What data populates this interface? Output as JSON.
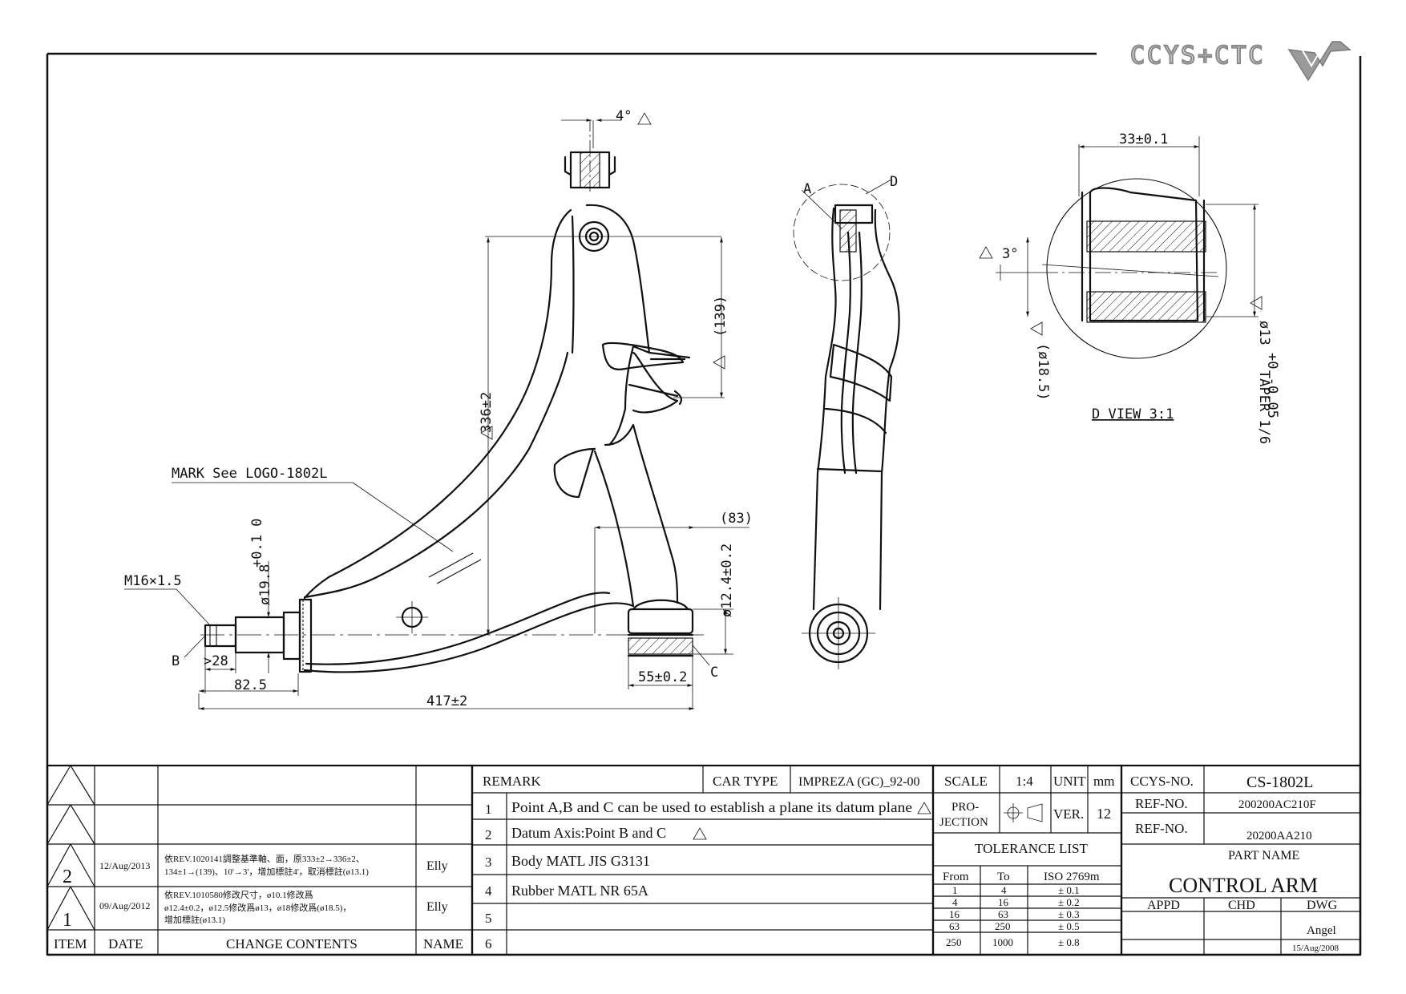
{
  "logo": {
    "text": "CCYS+CTC"
  },
  "drawing": {
    "mark_note": "MARK See LOGO-1802L",
    "thread": "M16×1.5",
    "dims": {
      "angle_top": "4°",
      "height_total": "336±2",
      "height_139": "(139)",
      "dia_198": "ø19.8",
      "dia_198_tol": "+0.1 0",
      "dia_124": "ø12.4±0.2",
      "len_28": ">28",
      "len_825": "82.5",
      "len_417": "417±2",
      "len_55": "55±0.2",
      "len_83": "(83)"
    },
    "points": {
      "a": "A",
      "b": "B",
      "c": "C",
      "d": "D"
    },
    "detail": {
      "title": "D VIEW 3:1",
      "dim_33": "33±0.1",
      "angle_3": "3°",
      "dia_185": "(ø18.5)",
      "dia_13": "ø13",
      "dia_13_tol": "+0 -0.05",
      "taper": "TAPER 1/6"
    }
  },
  "revisions": {
    "headers": {
      "item": "ITEM",
      "date": "DATE",
      "contents": "CHANGE CONTENTS",
      "name": "NAME"
    },
    "rows": [
      {
        "item": "",
        "date": "",
        "contents": "",
        "name": ""
      },
      {
        "item": "",
        "date": "",
        "contents": "",
        "name": ""
      },
      {
        "item": "2",
        "date": "12/Aug/2013",
        "contents_l1": "依REV.1020141調整基準軸、面，原333±2→336±2、",
        "contents_l2": "134±1→(139)、10'→3'，增加標註4'，取消標註(ø13.1)",
        "name": "Elly"
      },
      {
        "item": "1",
        "date": "09/Aug/2012",
        "contents_l1": "依REV.1010580修改尺寸，ø10.1修改爲",
        "contents_l2": "ø12.4±0.2，ø12.5修改爲ø13，ø18修改爲(ø18.5)，",
        "contents_l3": "增加標註(ø13.1)",
        "name": "Elly"
      }
    ]
  },
  "remarks": {
    "header": "REMARK",
    "car_type_label": "CAR TYPE",
    "car_type": "IMPREZA (GC)_92-00",
    "items": [
      {
        "no": "1",
        "text": "Point A,B and C can be used to establish a plane its datum plane"
      },
      {
        "no": "2",
        "text": "Datum Axis:Point B and C"
      },
      {
        "no": "3",
        "text": "Body MATL JIS G3131"
      },
      {
        "no": "4",
        "text": "Rubber MATL NR 65A"
      },
      {
        "no": "5",
        "text": ""
      },
      {
        "no": "6",
        "text": ""
      }
    ]
  },
  "title_block": {
    "scale_label": "SCALE",
    "scale": "1:4",
    "unit_label": "UNIT",
    "unit": "mm",
    "projection_l1": "PRO-",
    "projection_l2": "JECTION",
    "ver_label": "VER.",
    "ver": "12",
    "ccys_label": "CCYS-NO.",
    "ccys_no": "CS-1802L",
    "ref1_label": "REF-NO.",
    "ref1": "200200AC210F",
    "ref2_label": "REF-NO.",
    "ref2": "20200AA210",
    "part_name_label": "PART NAME",
    "part_name": "CONTROL ARM",
    "appd": "APPD",
    "chd": "CHD",
    "dwg": "DWG",
    "drawn_by": "Angel",
    "drawn_date": "15/Aug/2008",
    "tolerance": {
      "title": "TOLERANCE LIST",
      "headers": [
        "From",
        "To",
        "ISO 2769m"
      ],
      "rows": [
        [
          "1",
          "4",
          "± 0.1"
        ],
        [
          "4",
          "16",
          "± 0.2"
        ],
        [
          "16",
          "63",
          "± 0.3"
        ],
        [
          "63",
          "250",
          "± 0.5"
        ],
        [
          "250",
          "1000",
          "± 0.8"
        ]
      ]
    }
  }
}
